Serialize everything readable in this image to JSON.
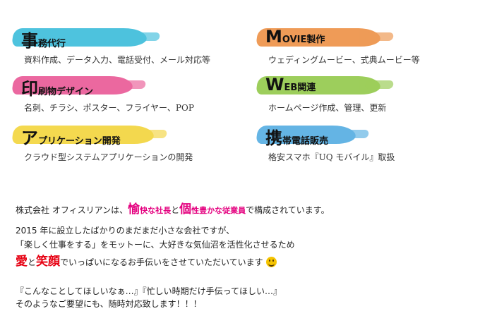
{
  "services": [
    {
      "initial": "事",
      "rest": "務代行",
      "desc": "資料作成、データ入力、電話受付、メール対応等",
      "color": "#2fb8d8"
    },
    {
      "initial": "M",
      "rest": "OVIE製作",
      "desc": "ウェディングムービー、式典ムービー等",
      "color": "#ec8a3a"
    },
    {
      "initial": "印",
      "rest": "刷物デザイン",
      "desc": "名刺、チラシ、ポスター、フライヤー、POP",
      "color": "#e84e8f"
    },
    {
      "initial": "W",
      "rest": "EB関連",
      "desc": "ホームページ作成、管理、更新",
      "color": "#8cc63f"
    },
    {
      "initial": "ア",
      "rest": "プリケーション開発",
      "desc": "クラウド型システムアプリケーションの開発",
      "color": "#f2d230"
    },
    {
      "initial": "携",
      "rest": "帯電話販売",
      "desc": "格安スマホ『UQ モバイル』取扱",
      "color": "#4aa8e0"
    }
  ],
  "intro": {
    "p1": {
      "a": "株式会社 オフィスリアンは、",
      "b1": "愉",
      "b2": "快な社長",
      "c": "と",
      "d1": "個",
      "d2": "性豊かな従業員",
      "e": "で構成されています。"
    },
    "p2": {
      "l1": "2015 年に設立したばかりのまだまだ小さな会社ですが、",
      "l2": "「楽しく仕事をする」をモットーに、大好きな気仙沼を活性化させるため",
      "l3a": "愛",
      "l3b": "と",
      "l3c": "笑顔",
      "l3d": "でいっぱいになるお手伝いをさせていただいています"
    },
    "p3": {
      "l1": "『こんなことしてほしいなぁ…』『忙しい時期だけ手伝ってほしい…』",
      "l2": "そのようなご要望にも、随時対応致します！！！"
    }
  }
}
